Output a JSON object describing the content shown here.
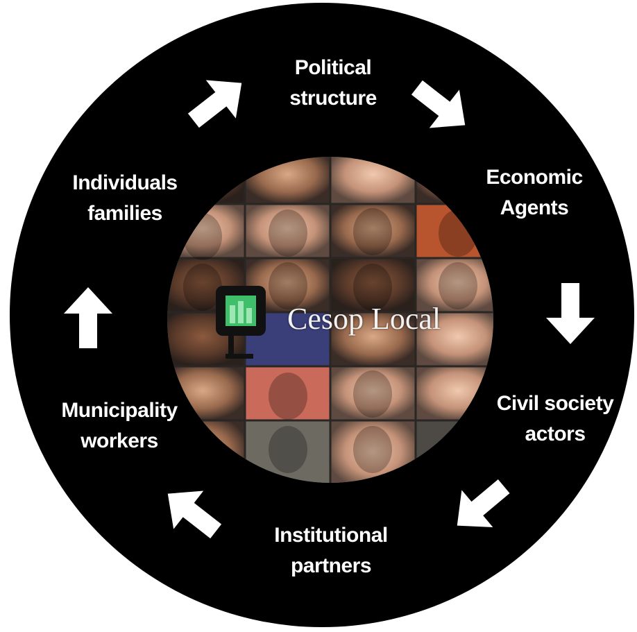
{
  "diagram": {
    "nodes": [
      {
        "id": "political",
        "lines": [
          "Political",
          "structure"
        ]
      },
      {
        "id": "economic",
        "lines": [
          "Economic",
          "Agents"
        ]
      },
      {
        "id": "civil",
        "lines": [
          "Civil society",
          "actors"
        ]
      },
      {
        "id": "institutional",
        "lines": [
          "Institutional",
          "partners"
        ]
      },
      {
        "id": "municipality",
        "lines": [
          "Municipality",
          "workers"
        ]
      },
      {
        "id": "individuals",
        "lines": [
          "Individuals",
          "families"
        ]
      }
    ],
    "center_logo_text": "Cesop Local",
    "colors": {
      "ring": "#000000",
      "text": "#ffffff",
      "arrow": "#ffffff",
      "logo_green": "#3fbf6a"
    },
    "icons": [
      "arrow-icon",
      "cesop-logo-icon"
    ]
  }
}
